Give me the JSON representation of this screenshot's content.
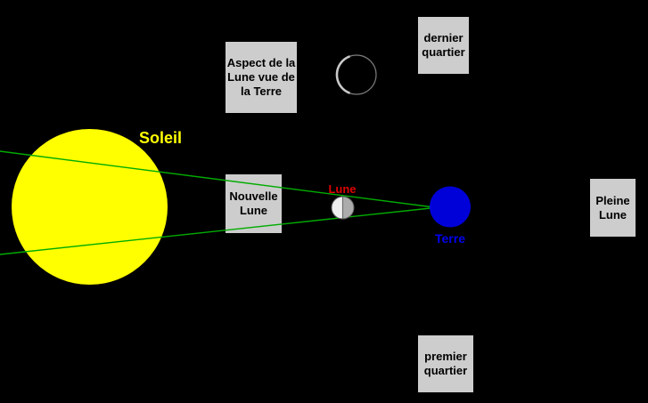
{
  "scene": {
    "background_color": "#000000",
    "sun": {
      "label": "Soleil",
      "fill": "#FFFF00",
      "label_color": "#FFFF00"
    },
    "earth": {
      "label": "Terre",
      "fill": "#0000D8",
      "label_color": "#0000F0"
    },
    "moon": {
      "label": "Lune",
      "label_color": "#DD0000",
      "lit_color": "#EFEFEF",
      "shadow_color": "#ACACAC",
      "outline_color": "#5F5F5F",
      "divider_color": "#6E6E6E"
    },
    "moon_aspect_view": {
      "outline_color": "#7A7A7A",
      "crescent_color": "#C8C8C8"
    },
    "light_rays": {
      "color": "#00AC00"
    },
    "boxes": {
      "fill": "#CDCDCD",
      "text_color": "#000000",
      "aspect": {
        "lines": [
          "Aspect de la",
          "Lune vue de",
          "la Terre"
        ]
      },
      "dernier_quartier": {
        "lines": [
          "dernier",
          "quartier"
        ]
      },
      "nouvelle_lune": {
        "lines": [
          "Nouvelle",
          "Lune"
        ]
      },
      "pleine_lune": {
        "lines": [
          "Pleine",
          "Lune"
        ]
      },
      "premier_quartier": {
        "lines": [
          "premier",
          "quartier"
        ]
      }
    }
  }
}
